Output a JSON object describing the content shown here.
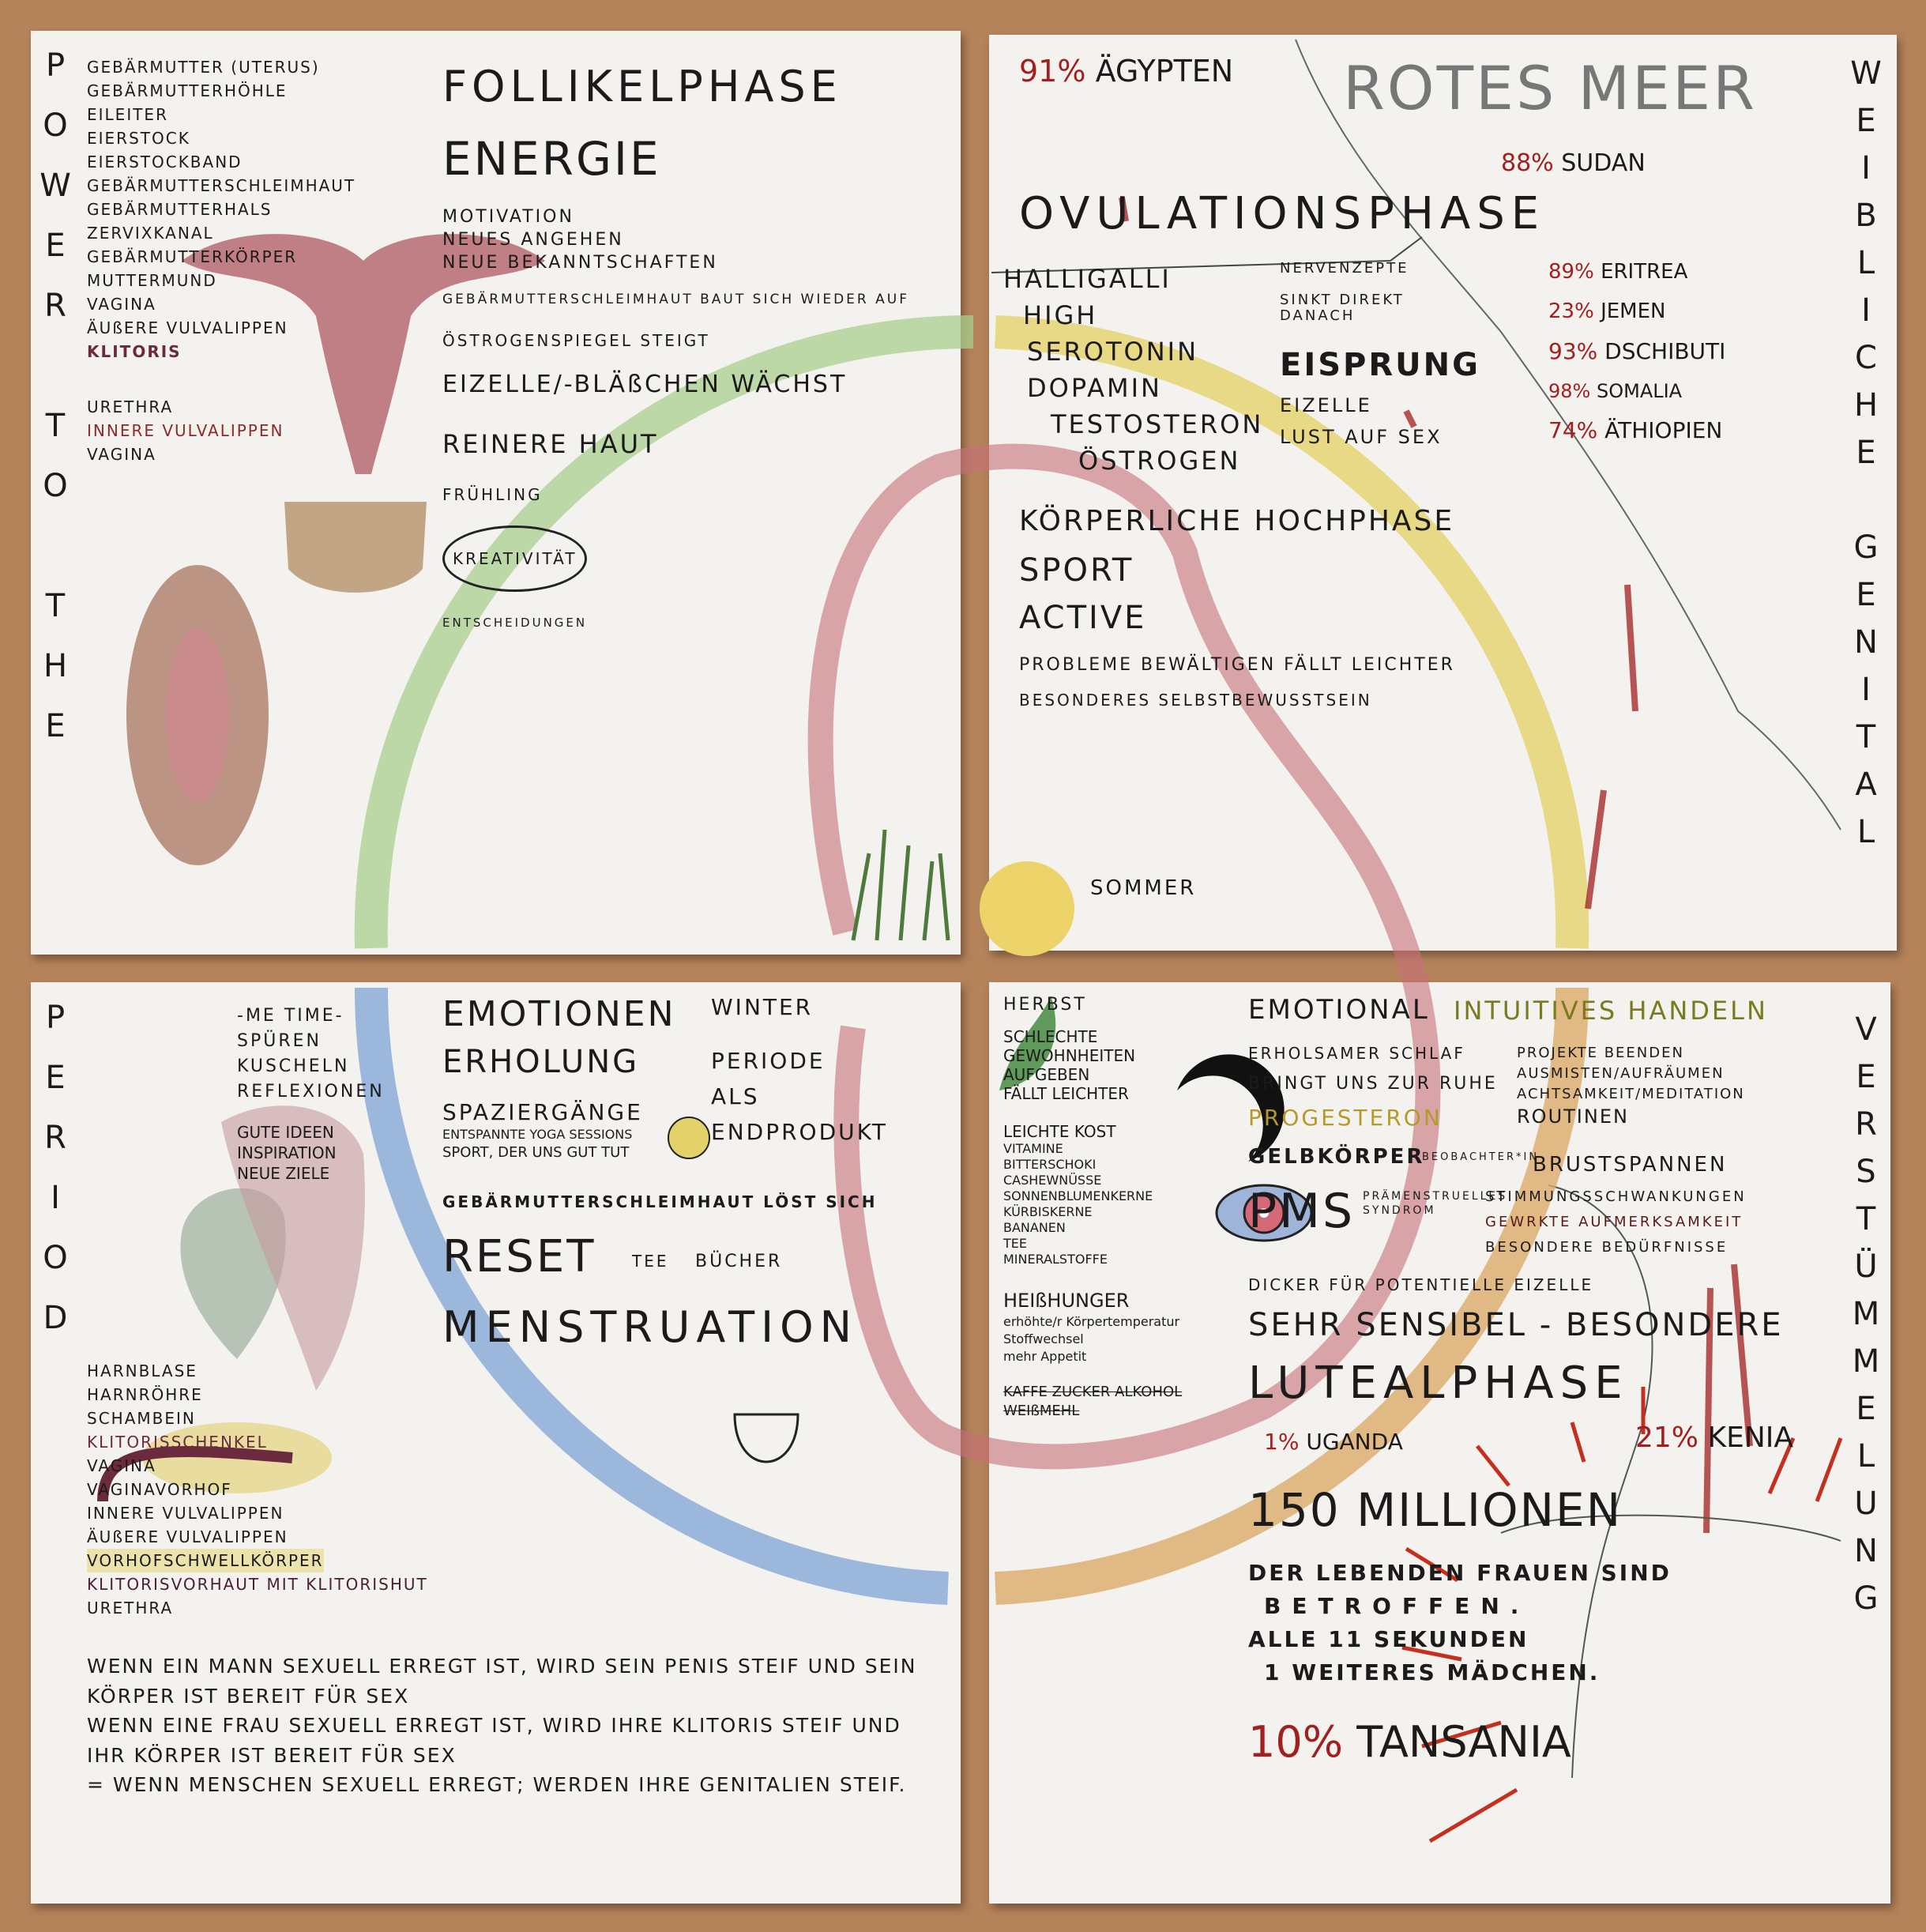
{
  "panels": {
    "top_left": {
      "side_title": "POWER TO THE",
      "uterus_labels": [
        "GEBÄRMUTTER (UTERUS)",
        "GEBÄRMUTTERHÖHLE",
        "EILEITER",
        "EIERSTOCK",
        "EIERSTOCKBAND",
        "GEBÄRMUTTERSCHLEIMHAUT",
        "GEBÄRMUTTERHALS",
        "ZERVIXKANAL",
        "GEBÄRMUTTERKÖRPER",
        "MUTTERMUND",
        "VAGINA",
        "ÄUßERE VULVALIPPEN",
        "KLITORIS"
      ],
      "vulva_labels": [
        "URETHRA",
        "INNERE VULVALIPPEN",
        "VAGINA"
      ],
      "phase": "FOLLIKELPHASE",
      "energy": "ENERGIE",
      "energy_notes": [
        "MOTIVATION",
        "NEUES ANGEHEN",
        "NEUE BEKANNTSCHAFTEN"
      ],
      "mucosa": "GEBÄRMUTTERSCHLEIMHAUT BAUT SICH WIEDER AUF",
      "estrogen": "ÖSTROGENSPIEGEL STEIGT",
      "egg": "EIZELLE/-BLÄßCHEN WÄCHST",
      "skin": "REINERE HAUT",
      "spring": "FRÜHLING",
      "creativity": "KREATIVITÄT",
      "decisions": "ENTSCHEIDUNGEN"
    },
    "top_right": {
      "side_title": "WEIBLICHE GENITAL",
      "sea": "ROTES MEER",
      "countries": [
        {
          "name": "ÄGYPTEN",
          "percent": "91%"
        },
        {
          "name": "SUDAN",
          "percent": "88%"
        },
        {
          "name": "ERITREA",
          "percent": "89%"
        },
        {
          "name": "JEMEN",
          "percent": "23%"
        },
        {
          "name": "DSCHIBUTI",
          "percent": "93%"
        },
        {
          "name": "SOMALIA",
          "percent": "98%"
        },
        {
          "name": "ÄTHIOPIEN",
          "percent": "74%"
        }
      ],
      "phase": "OVULATIONSPHASE",
      "hormones": [
        "HALLIGALLI",
        "HIGH",
        "SEROTONIN",
        "DOPAMIN",
        "TESTOSTERON",
        "ÖSTROGEN"
      ],
      "nerves": "NERVENZEPTE",
      "sinks": "SINKT DIREKT DANACH",
      "ovulation": "EISPRUNG",
      "egg_cell": "EIZELLE",
      "desire": "LUST AUF SEX",
      "body_high": "KÖRPERLICHE HOCHPHASE",
      "sport": "SPORT",
      "active": "ACTIVE",
      "problems": "PROBLEME BEWÄLTIGEN FÄLLT LEICHTER",
      "self": "BESONDERES SELBSTBEWUSSTSEIN",
      "summer": "SOMMER"
    },
    "bottom_left": {
      "side_title": "PERIOD",
      "anatomy_labels": [
        "HARNBLASE",
        "HARNRÖHRE",
        "SCHAMBEIN",
        "KLITORISSCHENKEL",
        "VAGINA",
        "VAGINAVORHOF",
        "INNERE VULVALIPPEN",
        "ÄUßERE VULVALIPPEN",
        "VORHOFSCHWELLKÖRPER",
        "KLITORISVORHAUT MIT KLITORISHUT",
        "URETHRA"
      ],
      "metime": [
        "-ME TIME-",
        "SPÜREN",
        "KUSCHELN",
        "REFLEXIONEN"
      ],
      "emotions": "EMOTIONEN",
      "rest": "ERHOLUNG",
      "ideas": [
        "GUTE IDEEN",
        "INSPIRATION",
        "NEUE ZIELE"
      ],
      "walks": [
        "SPAZIERGÄNGE",
        "ENTSPANNTE YOGA SESSIONS",
        "SPORT, DER UNS GUT TUT"
      ],
      "winter": "WINTER",
      "period_product": [
        "PERIODE",
        "ALS",
        "ENDPRODUKT"
      ],
      "mucosa": "GEBÄRMUTTERSCHLEIMHAUT LÖST SICH",
      "reset": "RESET",
      "tea": "TEE",
      "books": "BÜCHER",
      "phase": "MENSTRUATION",
      "paragraph": [
        "WENN EIN MANN SEXUELL ERREGT IST, WIRD SEIN PENIS STEIF UND SEIN KÖRPER IST BEREIT FÜR SEX",
        "WENN EINE FRAU SEXUELL ERREGT IST, WIRD IHRE KLITORIS STEIF UND IHR KÖRPER IST BEREIT FÜR SEX",
        "= WENN MENSCHEN SEXUELL ERREGT; WERDEN IHRE GENITALIEN STEIF."
      ]
    },
    "bottom_right": {
      "side_title": "VERSTÜMMELUNG",
      "autumn": "HERBST",
      "emotional": "EMOTIONAL",
      "habits": [
        "SCHLECHTE",
        "GEWOHNHEITEN",
        "AUFGEBEN",
        "FÄLLT LEICHTER"
      ],
      "food": [
        "LEICHTE KOST",
        "VITAMINE",
        "BITTERSCHOKI",
        "CASHEWNÜSSE",
        "SONNENBLUMENKERNE",
        "KÜRBISKERNE",
        "BANANEN",
        "TEE",
        "MINERALSTOFFE"
      ],
      "sleep": "ERHOLSAMER SCHLAF",
      "calm": "BRINGT UNS ZUR RUHE",
      "progesterone": "PROGESTERON",
      "corpus": "GELBKÖRPER",
      "observer": "BEOBACHTER*IN",
      "intuitive": "INTUITIVES HANDELN",
      "tasks": [
        "PROJEKTE BEENDEN",
        "AUSMISTEN/AUFRÄUMEN",
        "ACHTSAMKEIT/MEDITATION",
        "ROUTINEN"
      ],
      "cravings": [
        "HEIßHUNGER",
        "erhöhte/r Körpertemperatur",
        "Stoffwechsel",
        "mehr Appetit"
      ],
      "avoid": [
        "KAFFE",
        "ZUCKER",
        "ALKOHOL",
        "WEIßMEHL"
      ],
      "pms": "PMS",
      "pms_full": "PRÄMENSTRUELLES SYNDROM",
      "breast": "BRUSTSPANNEN",
      "mood": "STIMMUNGSSCHWANKUNGEN",
      "attention": "GEWRKTE AUFMERKSAMKEIT",
      "needs": "BESONDERE BEDÜRFNISSE",
      "thicker": "DICKER FÜR POTENTIELLE EIZELLE",
      "sensitive": "SEHR SENSIBEL - BESONDERE",
      "phase": "LUTEALPHASE",
      "countries": [
        {
          "name": "KENIA",
          "percent": "21%"
        },
        {
          "name": "UGANDA",
          "percent": "1%"
        },
        {
          "name": "TANSANIA",
          "percent": "10%"
        }
      ],
      "stat_big": "150 MILLIONEN",
      "stat_lines": [
        "DER LEBENDEN FRAUEN SIND",
        "BETROFFEN.",
        "ALLE 11 SEKUNDEN",
        "1 WEITERES MÄDCHEN."
      ]
    }
  },
  "colors": {
    "wood": "#b5835a",
    "paper": "#f3f2ee",
    "green": "#a9cf8e",
    "yellow": "#e3d26a",
    "orange": "#dcaa6a",
    "blue": "#7ea3d6",
    "red_band": "#c8707a",
    "blood": "#a11f1f"
  }
}
